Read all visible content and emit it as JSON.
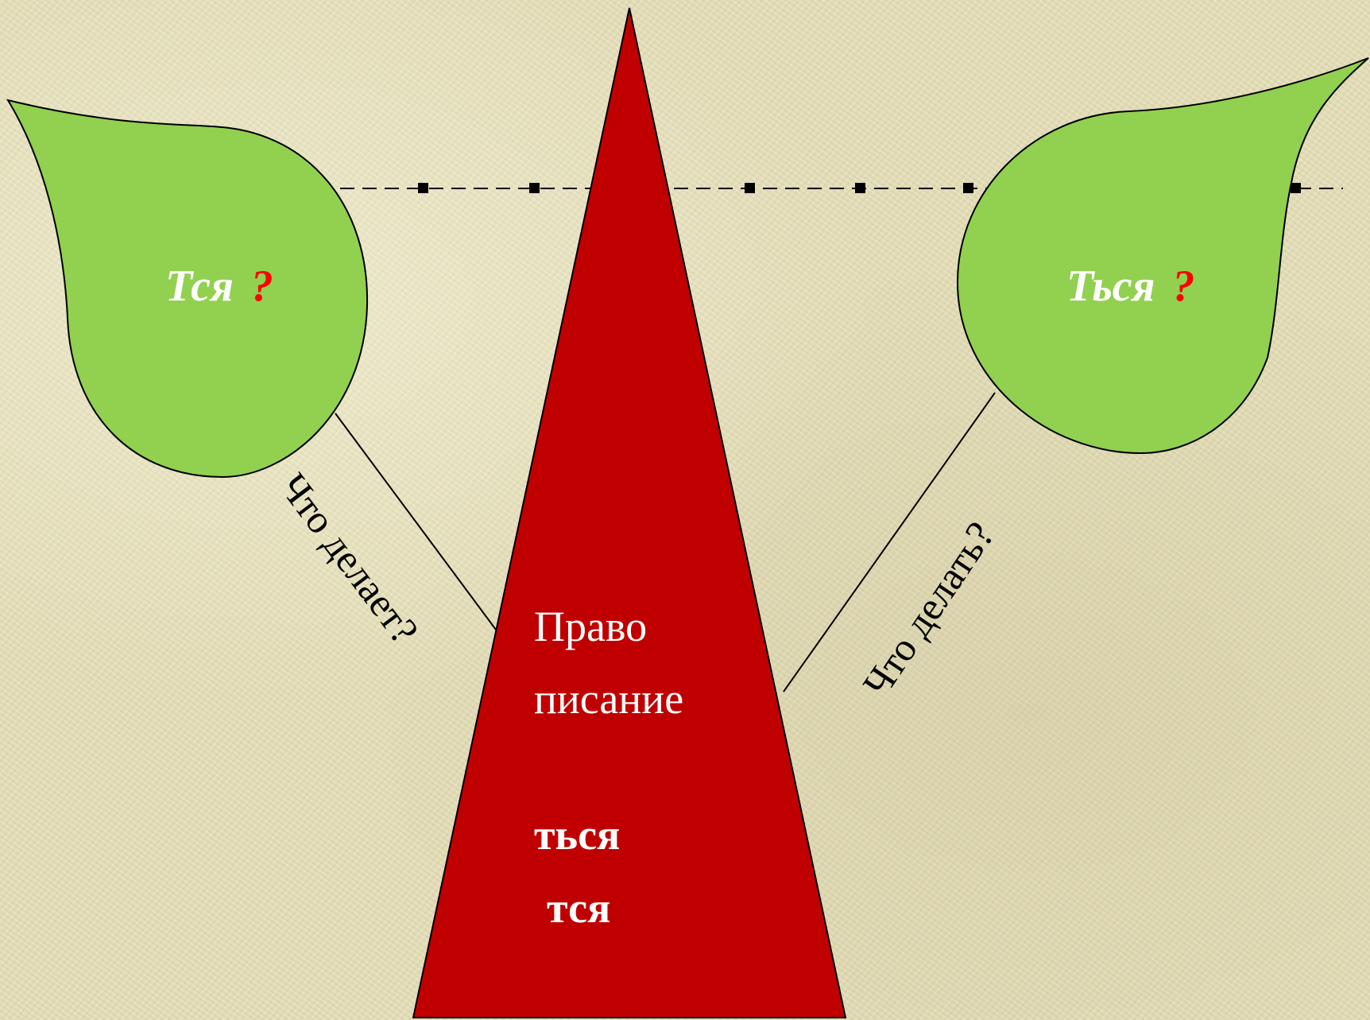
{
  "colors": {
    "background": "#e6e0b8",
    "leaf_fill": "#92d050",
    "triangle_fill": "#c00000",
    "accent_question": "#ff0000",
    "text_white": "#ffffff",
    "text_black": "#000000"
  },
  "left_leaf": {
    "word": "Тся",
    "mark": "?"
  },
  "right_leaf": {
    "word": "Ться",
    "mark": "?"
  },
  "triangle": {
    "line1": "Право",
    "line2": "писание",
    "ending1": "ться",
    "ending2": "тся"
  },
  "left_question": "Что делает?",
  "right_question": "Что делать?"
}
